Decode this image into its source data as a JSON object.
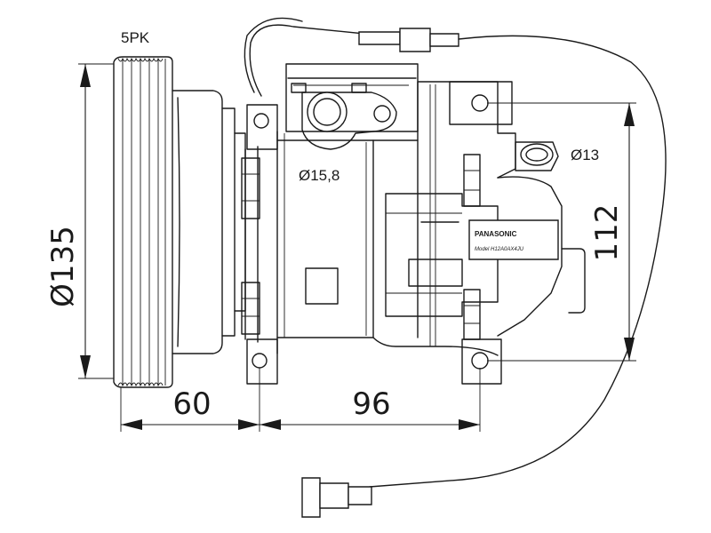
{
  "labels": {
    "belt": "5PK",
    "pulley_diameter": "Ø135",
    "suction_port": "Ø15,8",
    "discharge_port": "Ø13",
    "height": "112",
    "pulley_offset": "60",
    "mount_spacing": "96"
  },
  "nameplate": {
    "brand": "PANASONIC",
    "model": "Model H12A0AX4JU"
  }
}
